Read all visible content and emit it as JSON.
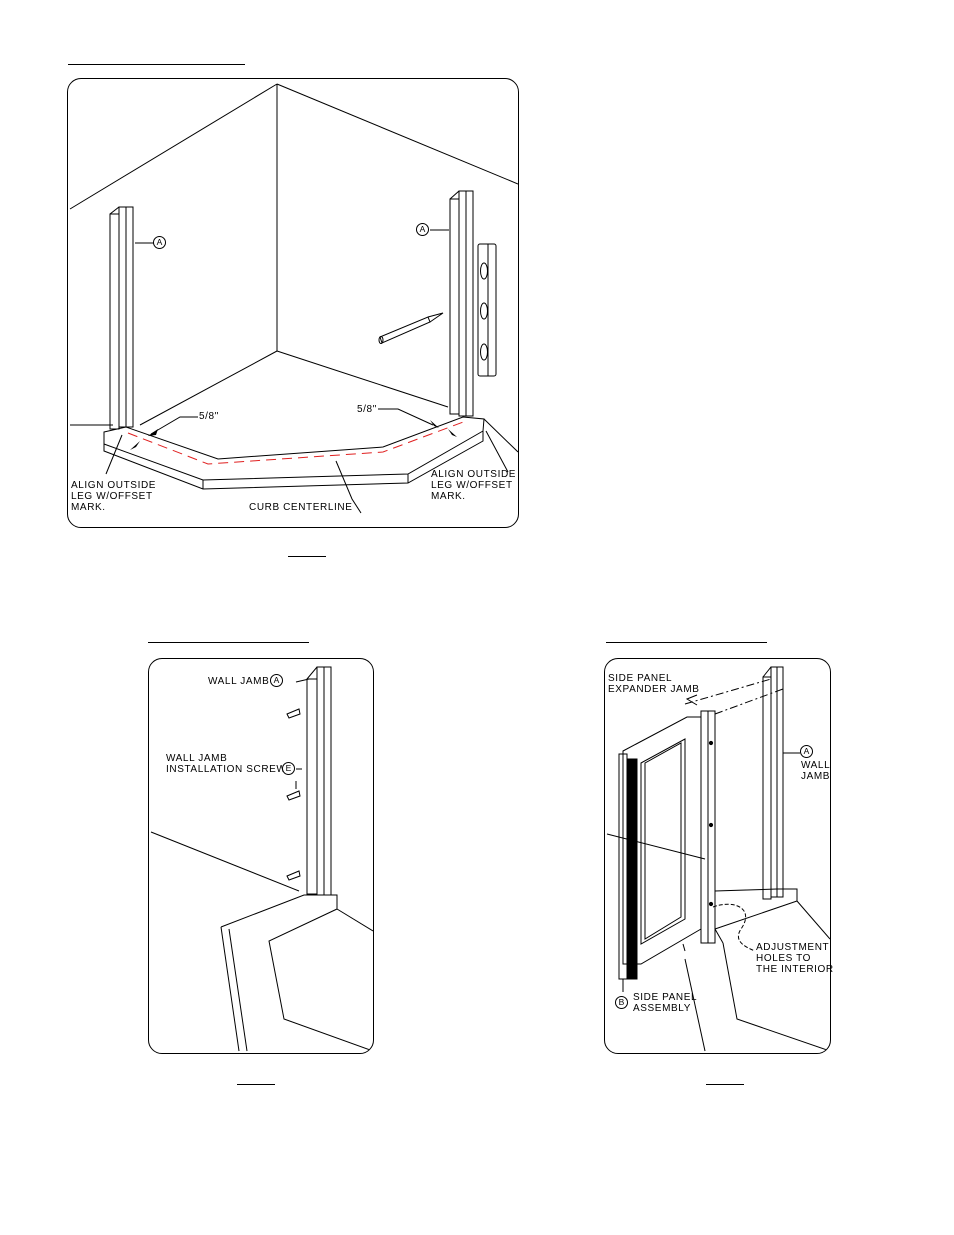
{
  "figure1": {
    "callout_left": "A",
    "callout_right": "A",
    "dim_left": "5/8\"",
    "dim_right": "5/8\"",
    "align_left": "ALIGN OUTSIDE\nLEG W/OFFSET\nMARK.",
    "align_right": "ALIGN OUTSIDE\nLEG W/OFFSET\nMARK.",
    "curb_centerline": "CURB CENTERLINE",
    "centerline_color": "#e02020"
  },
  "figure2": {
    "wall_jamb": "WALL JAMB",
    "wall_jamb_callout": "A",
    "screw_label": "WALL JAMB\nINSTALLATION SCREW",
    "screw_callout": "E"
  },
  "figure3": {
    "expander": "SIDE PANEL\nEXPANDER JAMB",
    "wall_jamb_callout": "A",
    "wall_jamb": "WALL\nJAMB",
    "adjustment": "ADJUSTMENT\nHOLES TO\nTHE INTERIOR",
    "side_panel_callout": "B",
    "side_panel": "SIDE PANEL\nASSEMBLY"
  }
}
